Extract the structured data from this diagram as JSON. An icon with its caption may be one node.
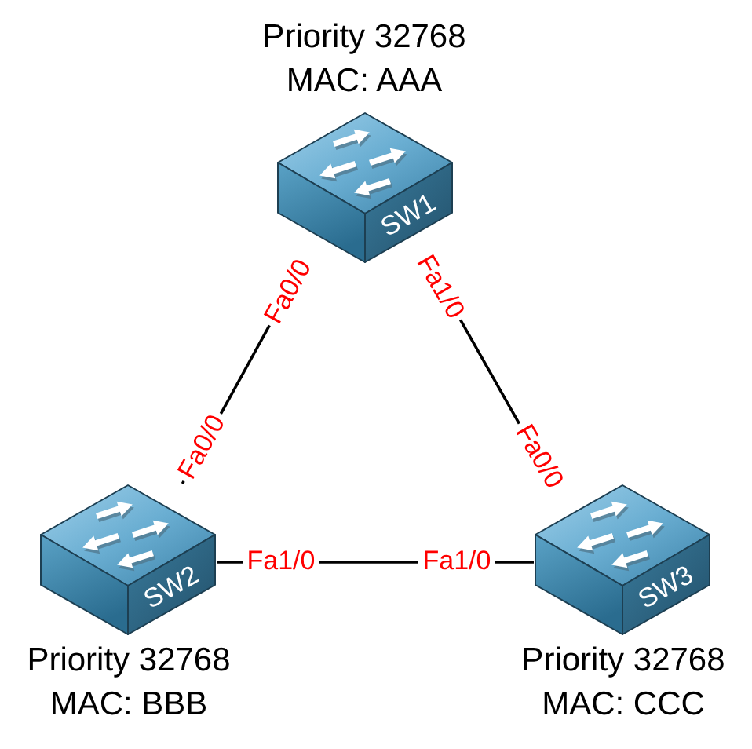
{
  "diagram": {
    "nodes": [
      {
        "text": [
          "SW1"
        ],
        "beside": [
          "Priority 32768",
          "MAC: AAA"
        ]
      },
      {
        "text": [
          "SW2"
        ],
        "beside": [
          "Priority 32768",
          "MAC: BBB"
        ]
      },
      {
        "text": [
          "SW3"
        ],
        "beside": [
          "Priority 32768",
          "MAC: CCC"
        ]
      }
    ],
    "edges": [
      {
        "from": 0,
        "to": 1,
        "arrow": "none"
      },
      {
        "from": 0,
        "to": 2,
        "arrow": "none"
      },
      {
        "from": 1,
        "to": 2,
        "arrow": "none"
      }
    ],
    "labels": [
      "Fa0/0",
      "Fa1/0",
      "Fa0/0",
      "Fa0/0",
      "Fa1/0",
      "Fa1/0"
    ]
  }
}
